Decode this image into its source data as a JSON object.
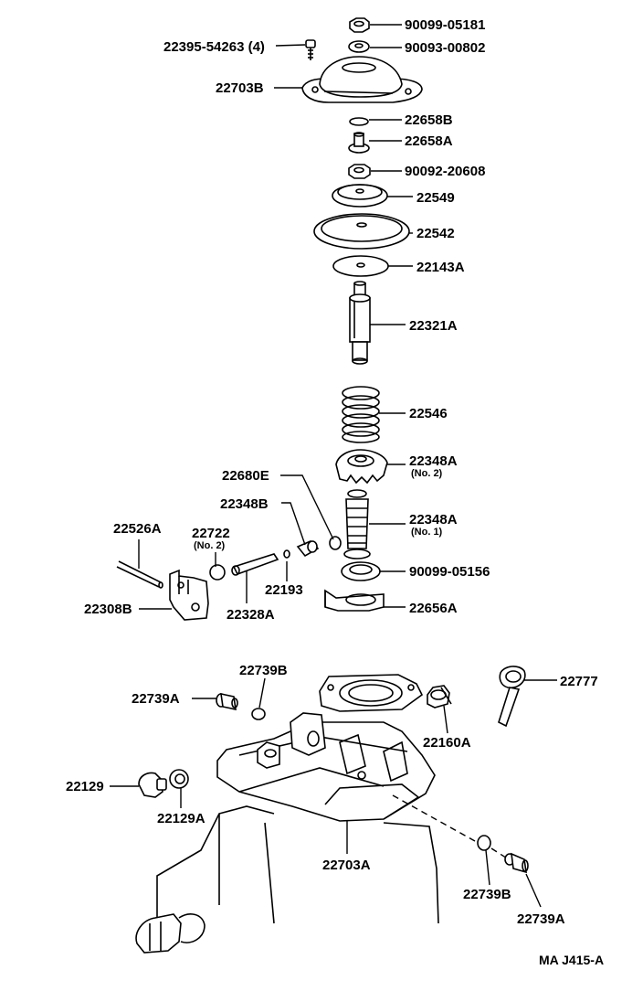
{
  "diagram": {
    "code": "MA J415-A",
    "labels": {
      "p90099_05181": "90099-05181",
      "p90093_00802": "90093-00802",
      "p22395": "22395-54263 (4)",
      "p22703B": "22703B",
      "p22658B": "22658B",
      "p22658A": "22658A",
      "p90092_20608": "90092-20608",
      "p22549": "22549",
      "p22542": "22542",
      "p22143A": "22143A",
      "p22321A": "22321A",
      "p22546": "22546",
      "p22348A_no2": "22348A",
      "p22348A_no2_sub": "(No. 2)",
      "p22680E": "22680E",
      "p22348B": "22348B",
      "p22348A_no1": "22348A",
      "p22348A_no1_sub": "(No. 1)",
      "p22526A": "22526A",
      "p22722": "22722",
      "p22722_sub": "(No. 2)",
      "p90099_05156": "90099-05156",
      "p22193": "22193",
      "p22308B": "22308B",
      "p22328A": "22328A",
      "p22656A": "22656A",
      "p22739B_top": "22739B",
      "p22777": "22777",
      "p22739A_left": "22739A",
      "p22160A": "22160A",
      "p22129": "22129",
      "p22129A": "22129A",
      "p22703A": "22703A",
      "p22739B_bottom": "22739B",
      "p22739A_bottom": "22739A"
    }
  }
}
